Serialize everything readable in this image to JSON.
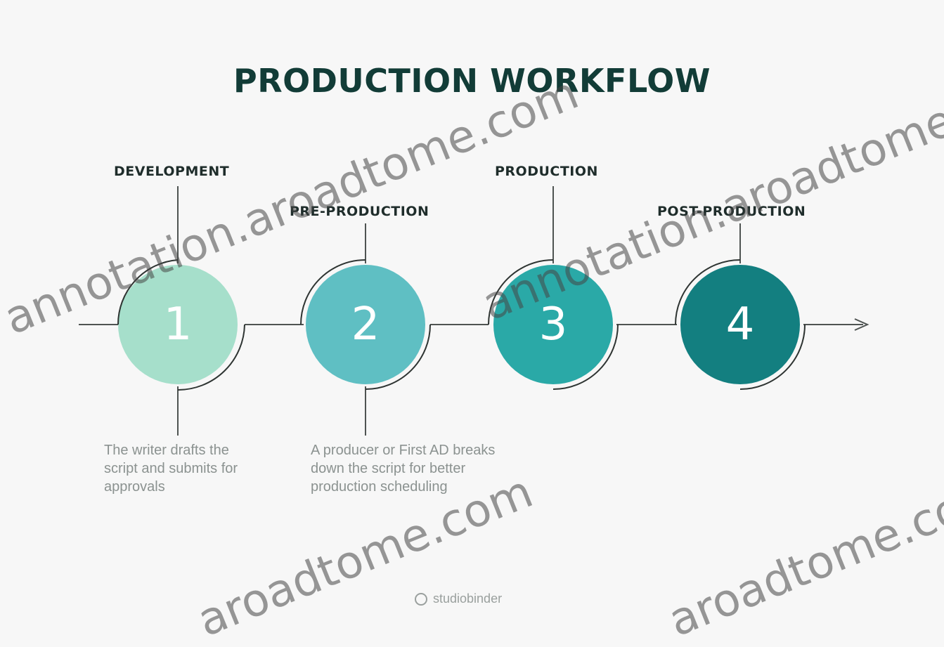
{
  "title": "PRODUCTION WORKFLOW",
  "stages": [
    {
      "label": "DEVELOPMENT",
      "number": "1",
      "color": "#a6dfcb",
      "description": "The writer drafts the script and submits for approvals"
    },
    {
      "label": "PRE-PRODUCTION",
      "number": "2",
      "color": "#5fbfc3",
      "description": "A producer or First AD breaks down the script for better production scheduling"
    },
    {
      "label": "PRODUCTION",
      "number": "3",
      "color": "#2aa9a7",
      "description": ""
    },
    {
      "label": "POST-PRODUCTION",
      "number": "4",
      "color": "#137f80",
      "description": ""
    }
  ],
  "footer": {
    "brand": "studiobinder"
  },
  "watermark": {
    "text_full": "annotation.aroadtome.com",
    "text_partial": "aroadtome.com"
  }
}
